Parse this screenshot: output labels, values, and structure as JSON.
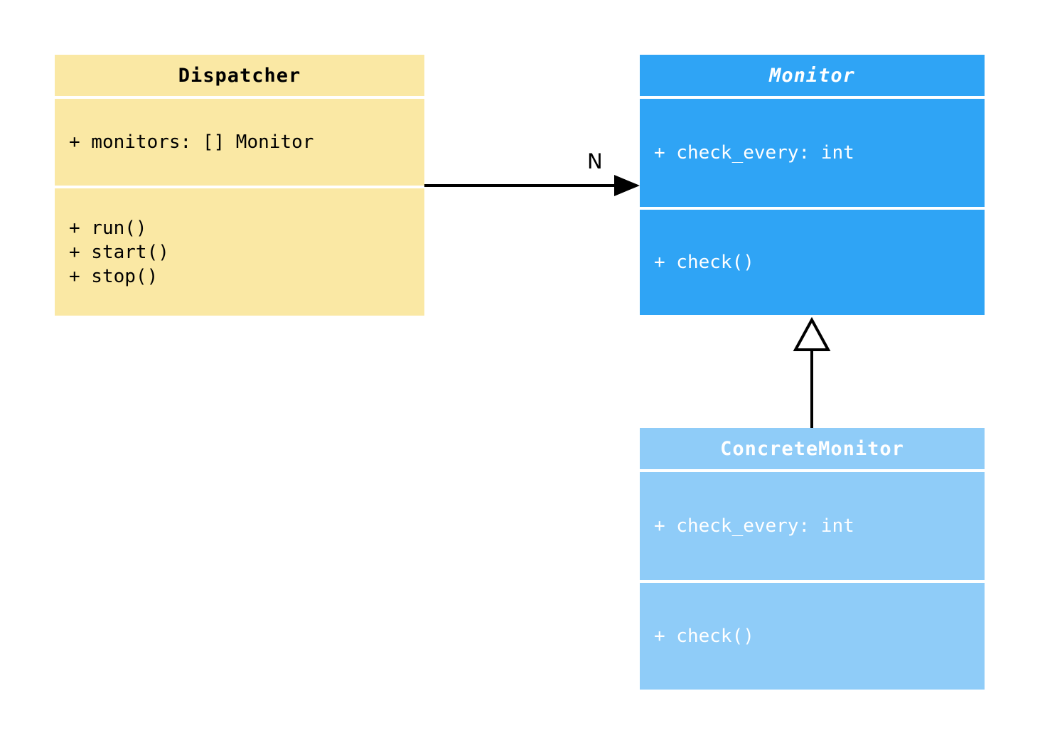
{
  "classes": {
    "dispatcher": {
      "title": "Dispatcher",
      "attributes": [
        "+ monitors: [] Monitor"
      ],
      "methods": [
        "+ run()",
        "+ start()",
        "+ stop()"
      ],
      "fill": "#fae8a4",
      "text_color": "#000000"
    },
    "monitor": {
      "title": "Monitor",
      "stereotype": "abstract",
      "attributes": [
        "+ check_every: int"
      ],
      "methods": [
        "+ check()"
      ],
      "fill": "#2fa4f5",
      "text_color": "#ffffff"
    },
    "concrete_monitor": {
      "title": "ConcreteMonitor",
      "attributes": [
        "+ check_every: int"
      ],
      "methods": [
        "+ check()"
      ],
      "fill": "#8fccf8",
      "text_color": "#ffffff"
    }
  },
  "relationships": {
    "association": {
      "from": "Dispatcher",
      "to": "Monitor",
      "label": "N"
    },
    "inheritance": {
      "from": "ConcreteMonitor",
      "to": "Monitor"
    }
  }
}
